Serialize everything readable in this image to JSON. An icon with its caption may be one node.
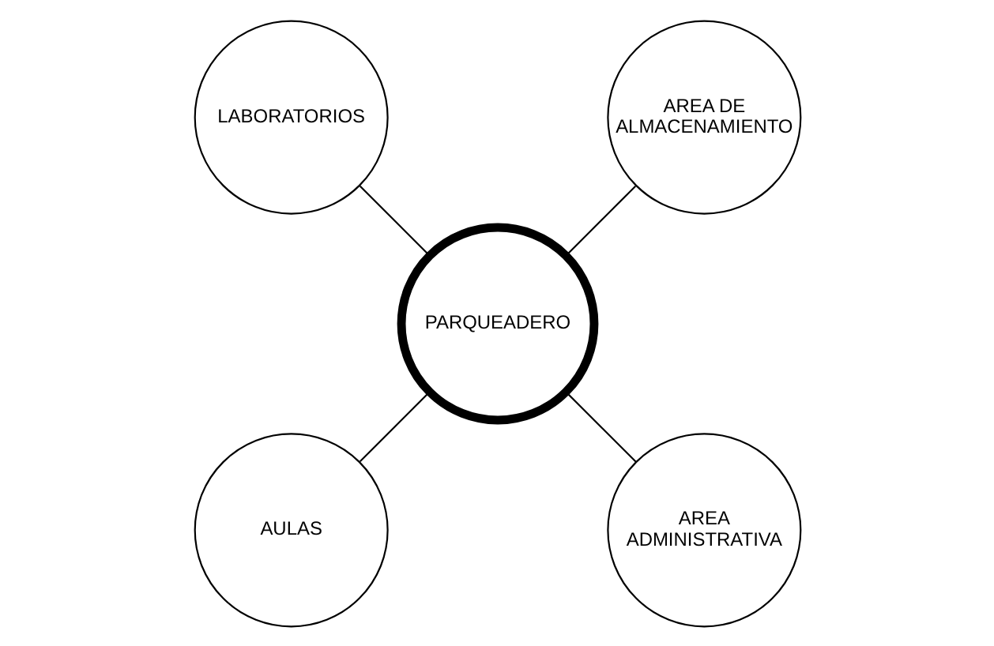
{
  "diagram": {
    "nodes": [
      {
        "text": [
          "AREA DE ALMACENAMIENTO"
        ]
      },
      {
        "text": [
          "LABORATORIOS"
        ]
      },
      {
        "text": [
          "AREA ADMINISTRATIVA"
        ]
      },
      {
        "text": [
          "PARQUEADERO"
        ]
      },
      {
        "text": [
          "AULAS"
        ]
      }
    ],
    "edges": [
      {
        "from": 3,
        "to": 0,
        "arrow": "none"
      },
      {
        "from": 3,
        "to": 1,
        "arrow": "none"
      },
      {
        "from": 2,
        "to": 3,
        "arrow": "none"
      },
      {
        "from": 3,
        "to": 4,
        "arrow": "none"
      }
    ]
  }
}
